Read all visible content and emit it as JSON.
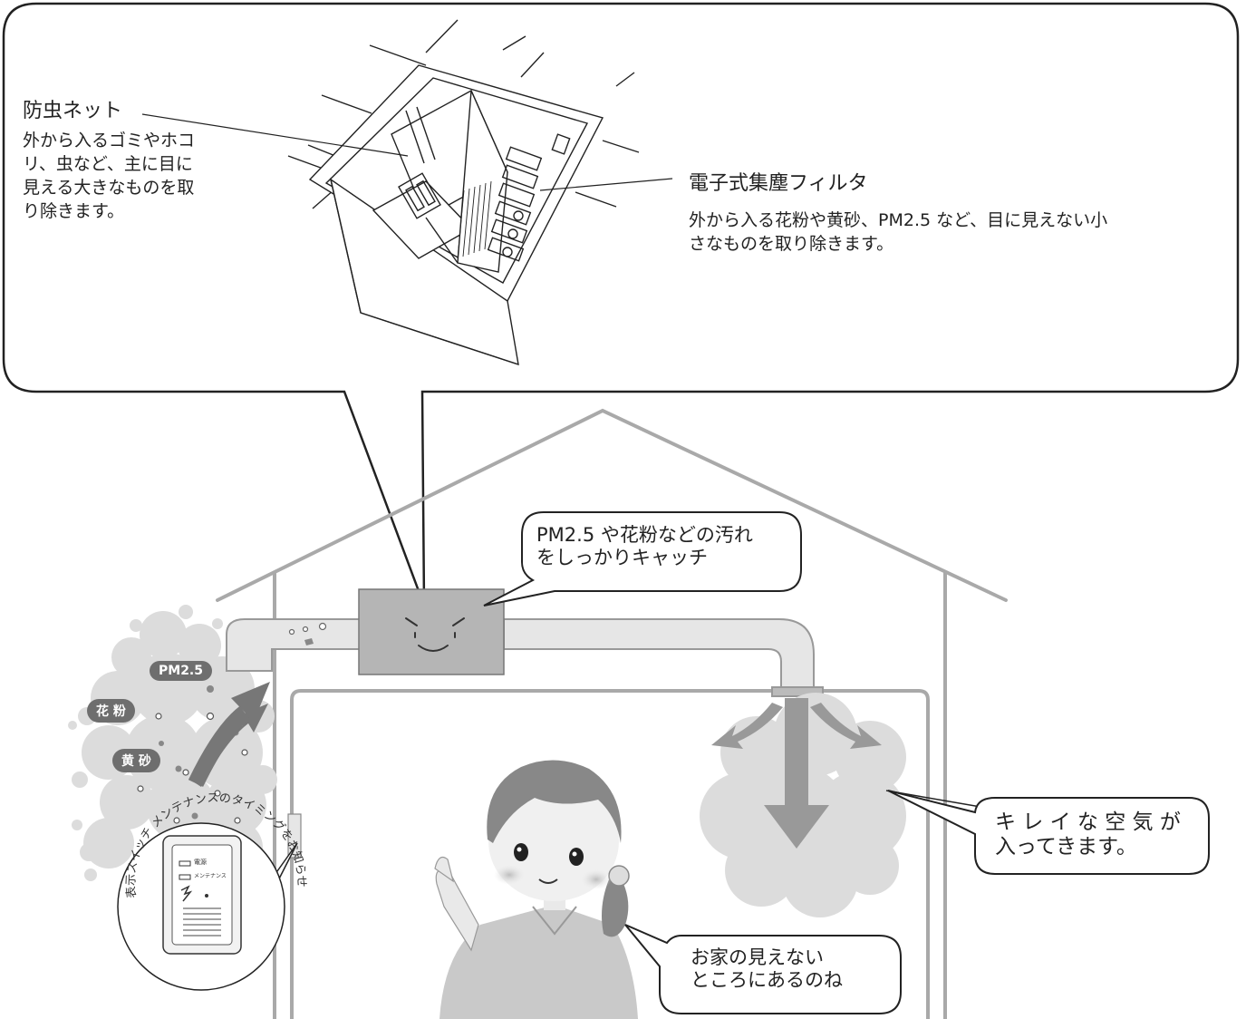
{
  "callout": {
    "insect_net": {
      "title": "防虫ネット",
      "desc_lines": [
        "外から入るゴミやホコ",
        "リ、虫など、主に目に",
        "見える大きなものを取",
        "り除きます。"
      ]
    },
    "electronic_filter": {
      "title": "電子式集塵フィルタ",
      "desc_lines": [
        "外から入る花粉や黄砂、PM2.5 など、目に見えない小",
        "さなものを取り除きます。"
      ]
    }
  },
  "bubbles": {
    "catch_lines": [
      "PM2.5 や花粉などの汚れ",
      "をしっかりキャッチ"
    ],
    "clean_air_lines": [
      "キ レ イ な 空 気 が",
      "入ってきます。"
    ],
    "girl_lines": [
      "お家の見えない",
      "ところにあるのね"
    ]
  },
  "pollutant_tags": [
    "PM2.5",
    "花 粉",
    "黄 砂"
  ],
  "switch": {
    "ring_text": "表示スイッチ メンテナンスのタイミングをお知らせ",
    "panel_labels": [
      "電源",
      "メンテナンス"
    ]
  },
  "colors": {
    "house_line": "#a9a9a9",
    "duct_fill": "#e6e6e6",
    "unit_fill": "#b5b5b5",
    "cloud_fill": "#dcdcdc",
    "tag_fill": "#6e6e6e",
    "arrow_fill": "#777777"
  },
  "icons": [
    "filter-unit-drawing",
    "house-outline",
    "duct",
    "filter-box-face",
    "girl-figure",
    "wall-switch",
    "air-arrow"
  ]
}
